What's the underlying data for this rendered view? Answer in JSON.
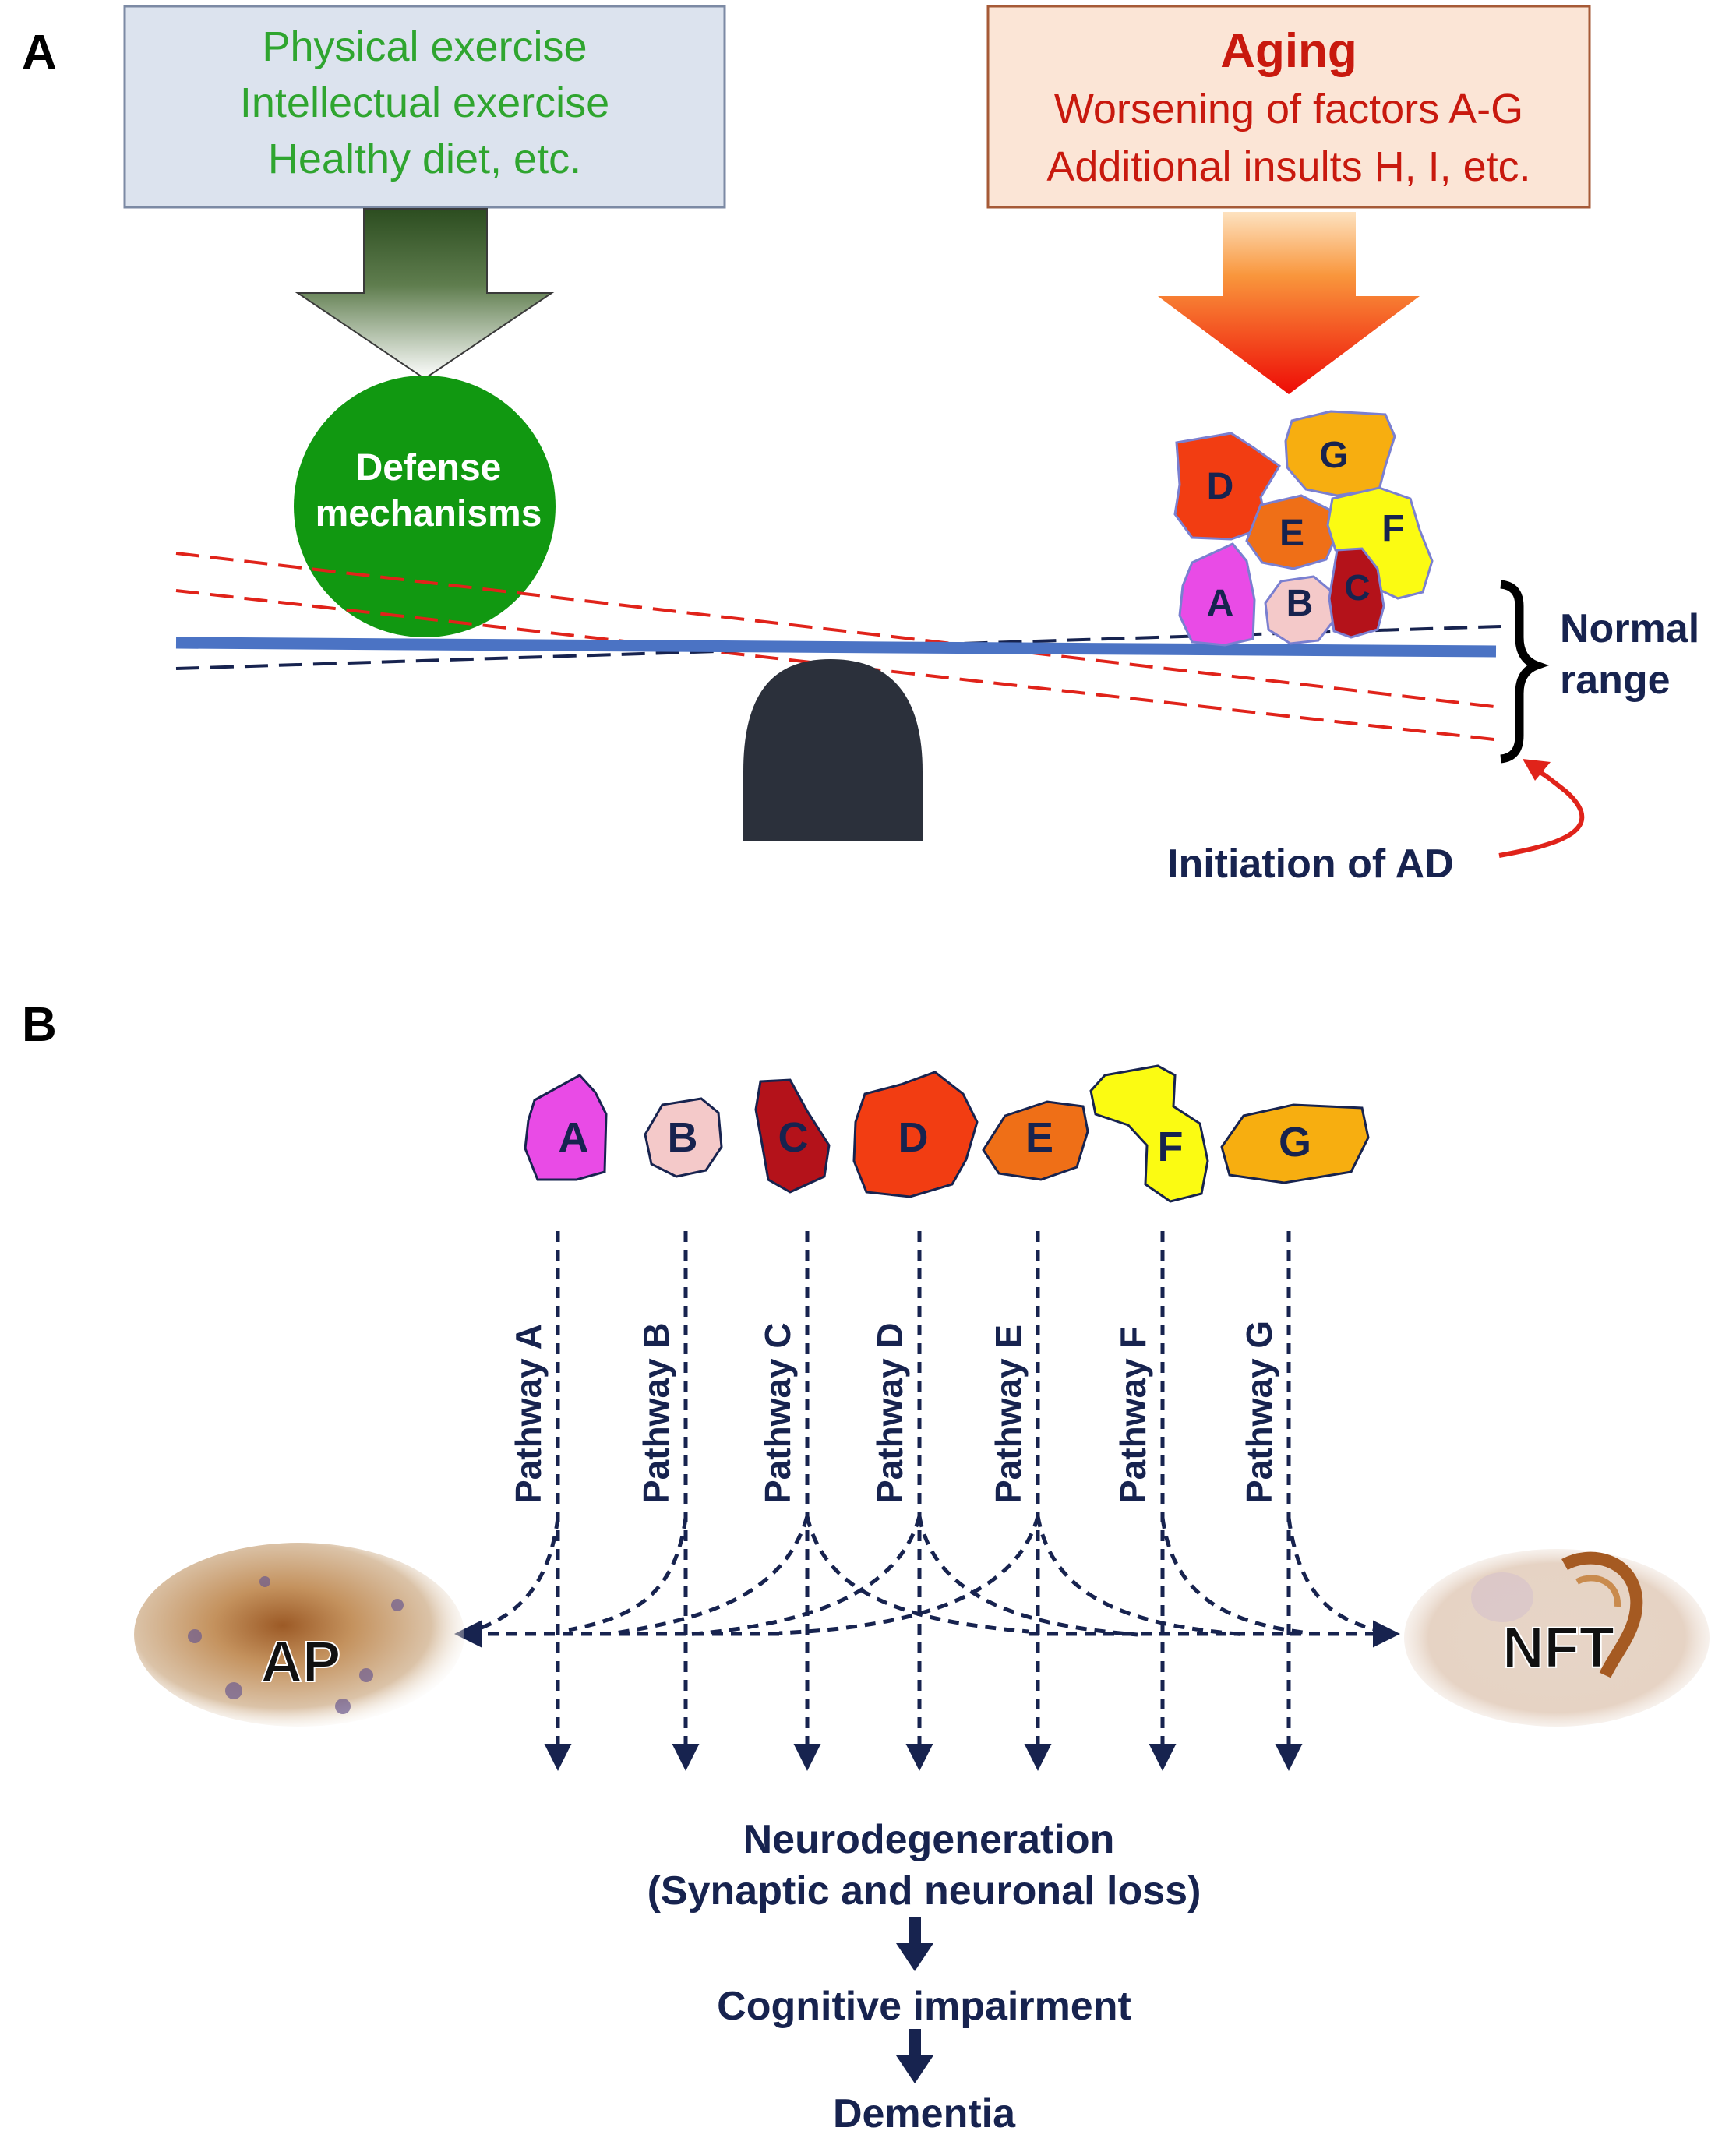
{
  "panels": {
    "a_label": "A",
    "b_label": "B"
  },
  "panel_a": {
    "lifestyle_box": {
      "lines": [
        "Physical exercise",
        "Intellectual exercise",
        "Healthy diet, etc."
      ]
    },
    "aging_box": {
      "title": "Aging",
      "lines": [
        "Worsening of factors A-G",
        "Additional insults H, I, etc."
      ]
    },
    "defense": {
      "line1": "Defense",
      "line2": "mechanisms"
    },
    "factors": [
      "D",
      "G",
      "E",
      "F",
      "A",
      "B",
      "C"
    ],
    "normal_range": {
      "line1": "Normal",
      "line2": "range"
    },
    "initiation_label": "Initiation of AD"
  },
  "panel_b": {
    "factors": [
      "A",
      "B",
      "C",
      "D",
      "E",
      "F",
      "G"
    ],
    "pathways": [
      "Pathway A",
      "Pathway B",
      "Pathway C",
      "Pathway D",
      "Pathway E",
      "Pathway F",
      "Pathway G"
    ],
    "ap_label": "AP",
    "nft_label": "NFT",
    "outcome": {
      "neuro_line1": "Neurodegeneration",
      "neuro_line2": "(Synaptic and neuronal loss)",
      "cognitive": "Cognitive impairment",
      "dementia": "Dementia"
    }
  },
  "colors": {
    "navy": "#17234f",
    "green_text": "#2fa52f",
    "red_text": "#c8190e",
    "factor_A": "#e94be6",
    "factor_B": "#f4c9c9",
    "factor_C": "#b4121a",
    "factor_D": "#f23d12",
    "factor_E": "#ef6f17",
    "factor_F": "#fbfb12",
    "factor_G": "#f7ae10"
  }
}
